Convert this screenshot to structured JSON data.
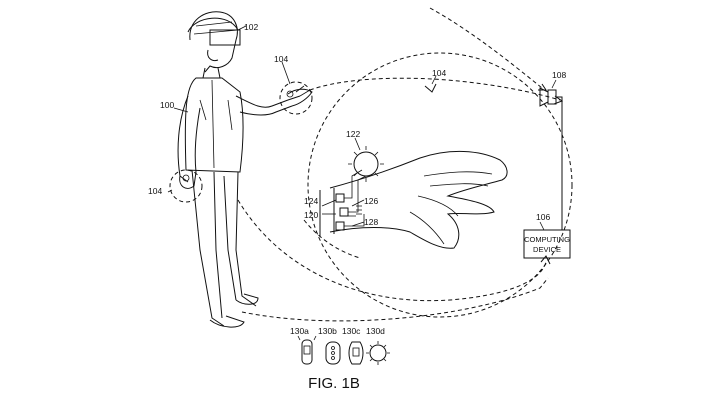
{
  "figure": {
    "caption": "FIG. 1B"
  },
  "labels": {
    "user": "100",
    "headset": "102",
    "hand_region_left": "104",
    "hand_region_upper": "104",
    "signal_arc": "104",
    "camera": "108",
    "computing_device_ref": "106",
    "light_source": "122",
    "wrist_device": "120",
    "module_a": "124",
    "module_b": "126",
    "module_c": "128",
    "variant_a": "130a",
    "variant_b": "130b",
    "variant_c": "130c",
    "variant_d": "130d"
  },
  "computing_device": {
    "line1": "COMPUTING",
    "line2": "DEVICE"
  }
}
